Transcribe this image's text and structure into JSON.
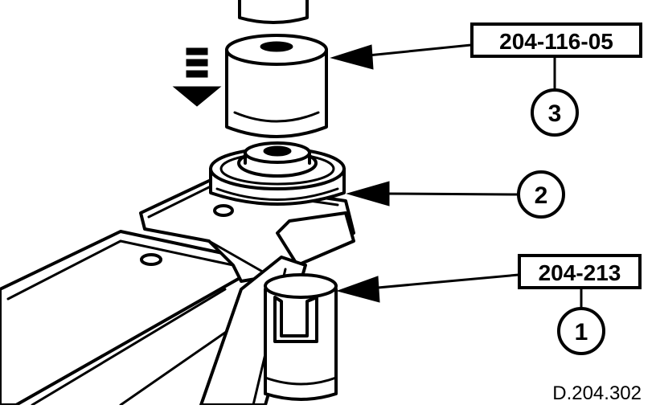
{
  "labels": {
    "tool_top": "204-116-05",
    "tool_bottom": "204-213",
    "callout_1": "1",
    "callout_2": "2",
    "callout_3": "3",
    "figure_ref": "D.204.302"
  },
  "colors": {
    "ink": "#000000",
    "paper": "#ffffff"
  },
  "icons": {
    "press_direction": "arrow-down-icon"
  }
}
